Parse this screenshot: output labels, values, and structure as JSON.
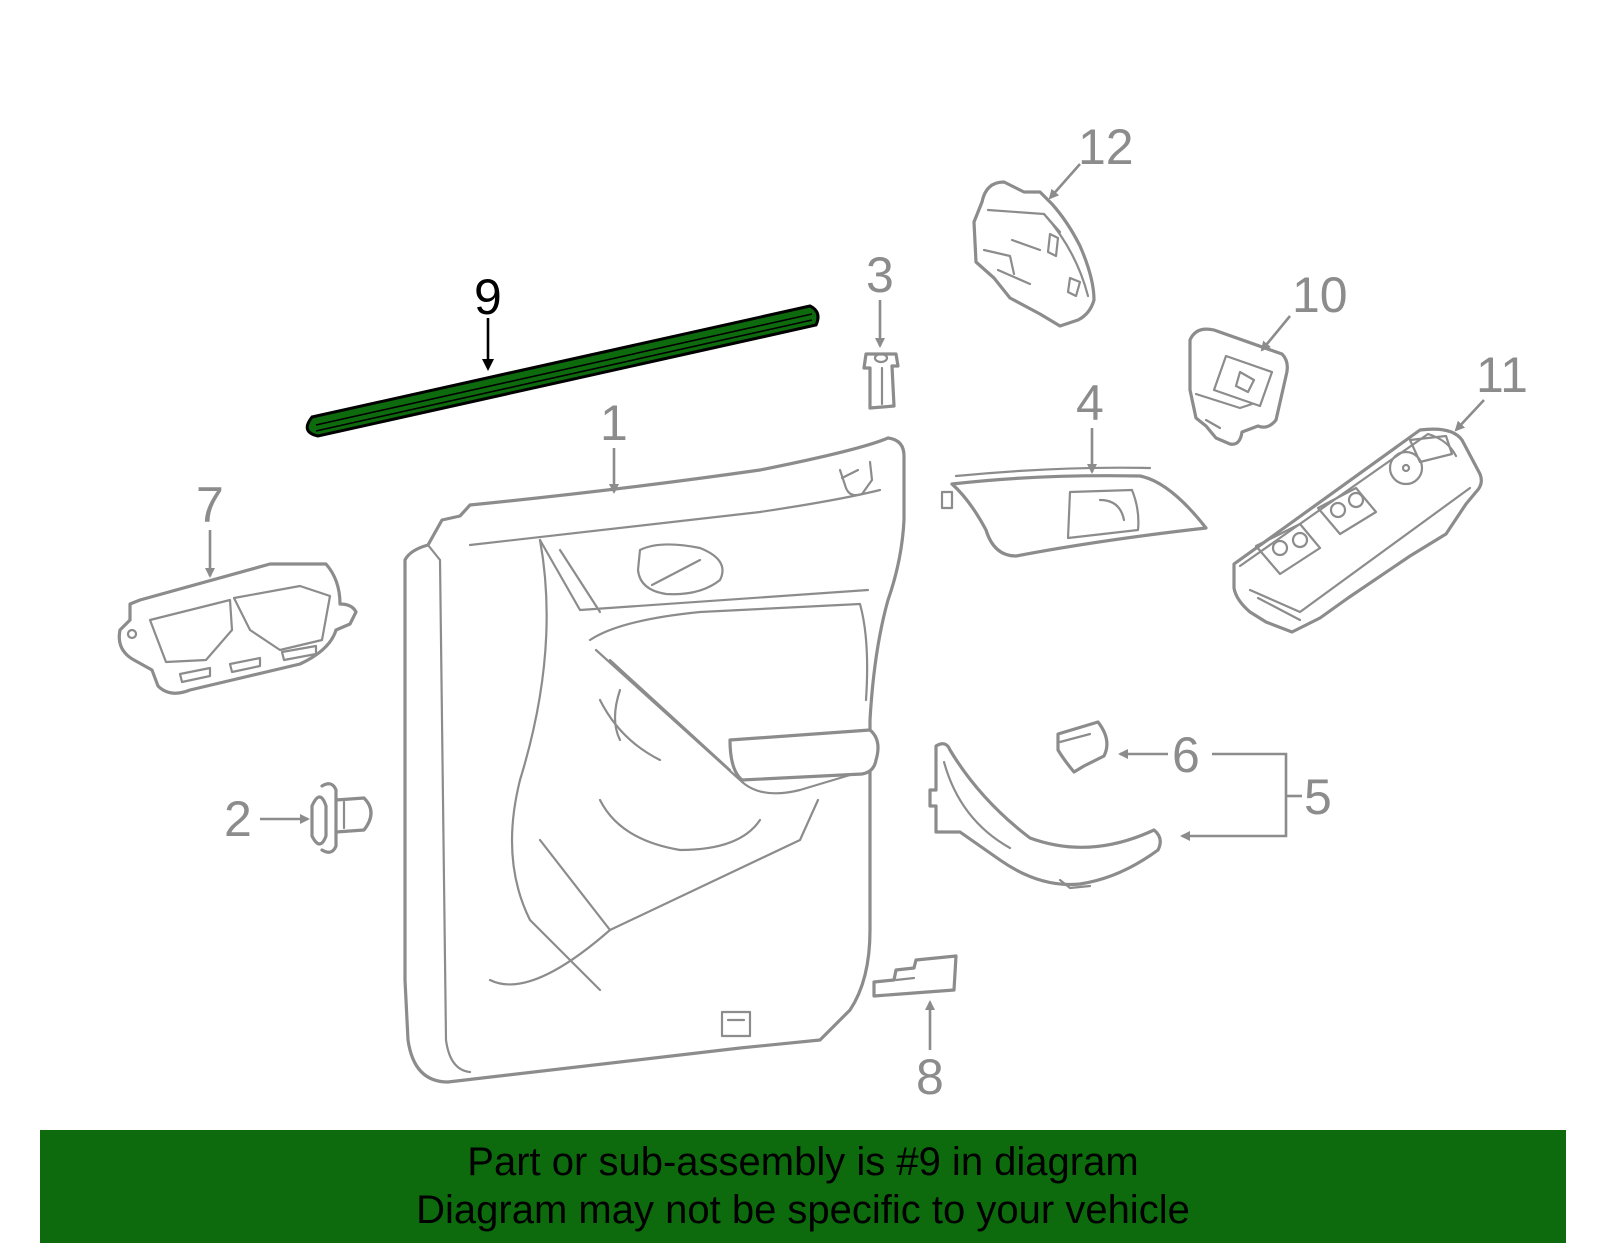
{
  "diagram": {
    "callouts": [
      "1",
      "2",
      "3",
      "4",
      "5",
      "6",
      "7",
      "8",
      "9",
      "10",
      "11",
      "12"
    ],
    "highlighted_callout": "9",
    "colors": {
      "line_art": "#8c8c8c",
      "highlight_fill": "#0d6b0d",
      "highlight_outline": "#000000",
      "banner_background": "#0d6b0d",
      "banner_text": "#000000",
      "background": "#ffffff"
    }
  },
  "banner": {
    "line1": "Part or sub-assembly is #9 in diagram",
    "line2": "Diagram may not be specific to your vehicle"
  }
}
